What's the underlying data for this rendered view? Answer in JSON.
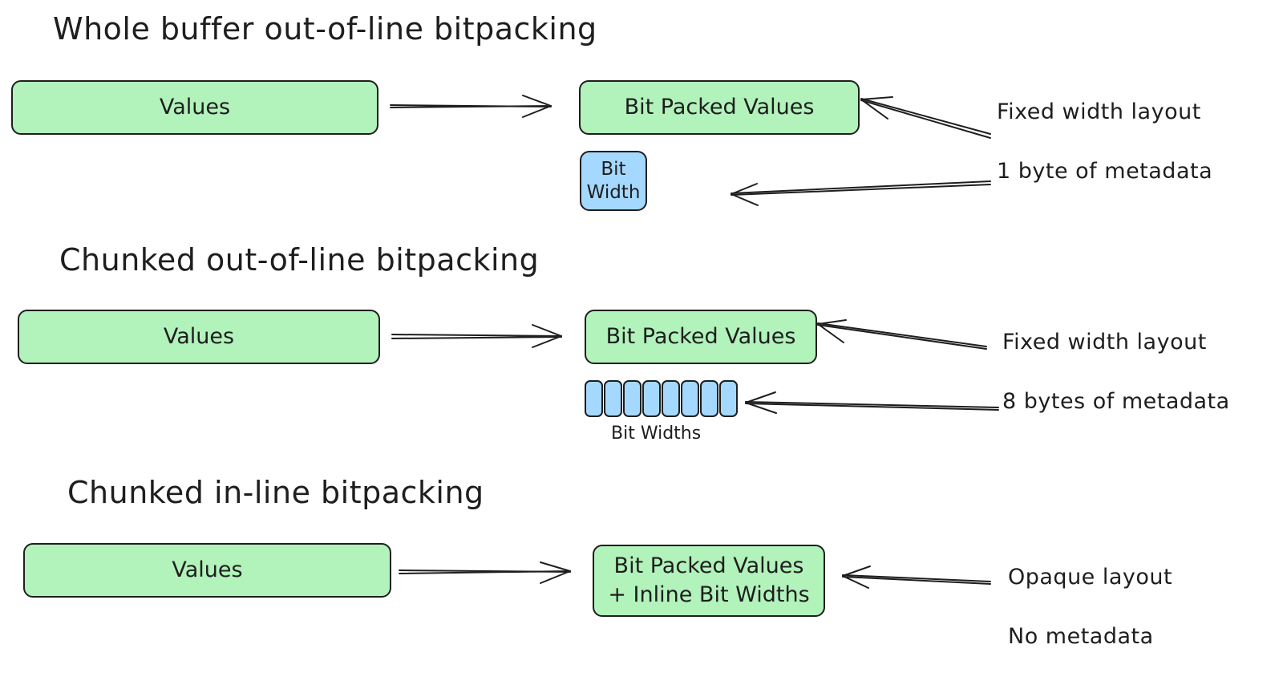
{
  "sections": [
    {
      "title": "Whole buffer out-of-line bitpacking",
      "values_label": "Values",
      "packed_label": "Bit Packed Values",
      "metadata_label_lines": [
        "Bit",
        "Width"
      ],
      "layout_note": "Fixed width layout",
      "metadata_note": "1 byte of metadata"
    },
    {
      "title": "Chunked out-of-line bitpacking",
      "values_label": "Values",
      "packed_label": "Bit Packed Values",
      "metadata_label": "Bit Widths",
      "chunk_count": 8,
      "layout_note": "Fixed width layout",
      "metadata_note": "8 bytes of metadata"
    },
    {
      "title": "Chunked in-line bitpacking",
      "values_label": "Values",
      "packed_label_lines": [
        "Bit Packed Values",
        "+ Inline Bit Widths"
      ],
      "layout_note": "Opaque layout",
      "metadata_note": "No metadata"
    }
  ],
  "colors": {
    "green_fill": "#b2f2bb",
    "blue_fill": "#a5d8ff",
    "stroke": "#1e1e1e"
  }
}
